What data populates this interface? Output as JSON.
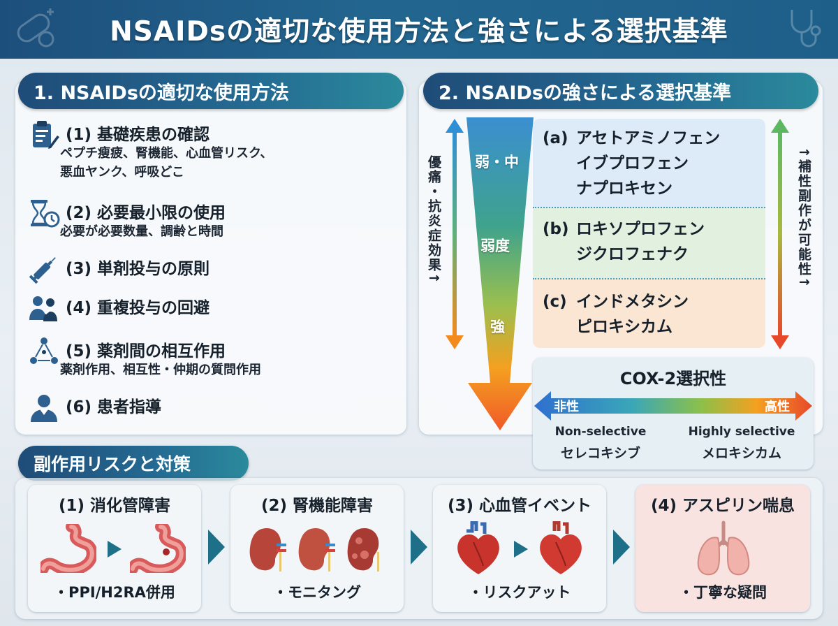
{
  "header": {
    "title": "NSAIDsの適切な使用方法と強さによる選択基準"
  },
  "section1": {
    "title": "1. NSAIDsの適切な使用方法",
    "items": [
      {
        "icon": "clipboard-icon",
        "title": "(1) 基礎疾患の確認",
        "sub": [
          "ペプチ瘦疲、腎機能、心血管リスク、",
          "悪血ヤンク、呼吸どこ"
        ]
      },
      {
        "icon": "hourglass-icon",
        "title": "(2) 必要最小限の使用",
        "sub": [
          "必要が必要数量、調齢と時間"
        ]
      },
      {
        "icon": "syringe-icon",
        "title": "(3) 単剤投与の原則",
        "sub": []
      },
      {
        "icon": "people-icon",
        "title": "(4) 重複投与の回避",
        "sub": []
      },
      {
        "icon": "interaction-icon",
        "title": "(5) 薬剤間の相互作用",
        "sub": [
          "薬剤作用、相互性・仲期の質問作用"
        ]
      },
      {
        "icon": "doctor-icon",
        "title": "(6) 患者指導",
        "sub": []
      }
    ]
  },
  "section2": {
    "title": "2. NSAIDsの強さによる選択基準",
    "left_axis": "優痛・抗炎症効果↑",
    "right_axis": "↑補性副作が可能性↑",
    "strengths": [
      "弱・中",
      "弱度",
      "強"
    ],
    "groups": [
      {
        "label": "(a)",
        "drugs": [
          "アセトアミノフェン",
          "イブプロフェン",
          "ナプロキセン"
        ]
      },
      {
        "label": "(b)",
        "drugs": [
          "ロキソプロフェン",
          "ジクロフェナク"
        ]
      },
      {
        "label": "(c)",
        "drugs": [
          "インドメタシン",
          "ピロキシカム"
        ]
      }
    ],
    "cox2": {
      "title": "COX-2選択性",
      "left_jp": "非性",
      "right_jp": "高性",
      "left_en": "Non-selective",
      "right_en": "Highly selective",
      "left_drug": "セレコキシブ",
      "right_drug": "メロキシカム"
    }
  },
  "section3": {
    "title": "副作用リスクと対策",
    "cards": [
      {
        "title": "(1) 消化管障害",
        "foot": "・PPI/H2RA併用"
      },
      {
        "title": "(2) 腎機能障害",
        "foot": "・モニタング"
      },
      {
        "title": "(3) 心血管イベント",
        "foot": "・リスクアット"
      },
      {
        "title": "(4) アスピリン喘息",
        "foot": "・丁寧な疑問"
      }
    ]
  },
  "colors": {
    "header": "#1d4f7c",
    "pill": "#246a92",
    "band_a": "#dcebf7",
    "band_b": "#e2f0df",
    "band_c": "#fbe6d3",
    "funnel_top": "#3b8fd0",
    "funnel_bottom": "#f05a28",
    "card4": "#f9e3e0"
  }
}
